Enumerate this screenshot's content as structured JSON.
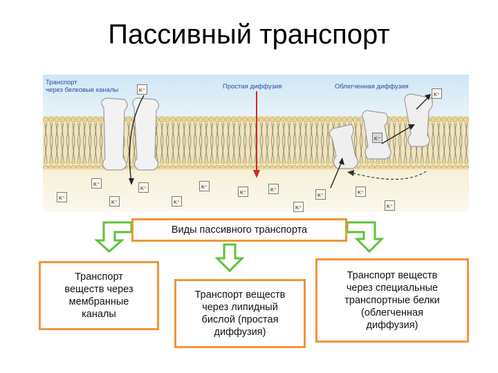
{
  "title": "Пассивный транспорт",
  "membrane": {
    "label_channels": "Транспорт\nчерез белковые каналы",
    "label_simple": "Простая диффузия",
    "label_facilitated": "Облегченная диффузия",
    "ion_label": "K⁺"
  },
  "diagram": {
    "root": "Виды пассивного транспорта",
    "types": [
      "Транспорт\nвеществ через\nмембранные\nканалы",
      "Транспорт веществ\nчерез липидный\nбислой (простая\nдиффузия)",
      "Транспорт веществ\nчерез специальные\nтранспортные белки\n(облегченная\nдиффузия)"
    ]
  },
  "colors": {
    "box_border": "#f0953a",
    "arrow_green": "#5cc23b",
    "diffusion_arrow": "#d0262a"
  }
}
